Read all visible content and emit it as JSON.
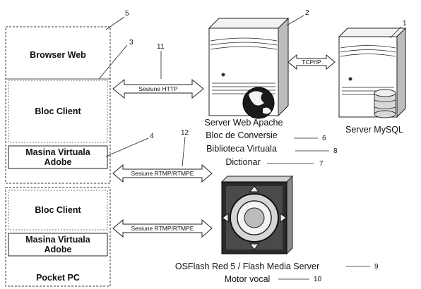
{
  "left_panel": {
    "browser_title": "Browser Web",
    "bloc_client": "Bloc Client",
    "masina_virtuala": [
      "Masina Virtuala",
      "Adobe"
    ],
    "pocket_bloc_client": "Bloc Client",
    "pocket_masina_virtuala": [
      "Masina Virtuala",
      "Adobe"
    ],
    "pocket_title": "Pocket PC"
  },
  "arrows": {
    "http": "Sesiune HTTP",
    "tcpip": "TCP/IP",
    "rtmp_top": "Sesiune RTMP/RTMPE",
    "rtmp_bottom": "Sesiune RTMP/RTMPE"
  },
  "servers": {
    "apache": "Server Web Apache",
    "mysql": "Server MySQL"
  },
  "components": {
    "bloc_conversie": "Bloc de Conversie",
    "biblioteca": "Biblioteca Virtuala",
    "dictionar": "Dictionar",
    "media_server": "OSFlash Red 5 / Flash Media Server",
    "motor_vocal": "Motor vocal"
  },
  "numbers": {
    "n1": "1",
    "n2": "2",
    "n3": "3",
    "n4": "4",
    "n5": "5",
    "n6": "6",
    "n7": "7",
    "n8": "8",
    "n9": "9",
    "n10": "10",
    "n11": "11",
    "n12": "12"
  }
}
